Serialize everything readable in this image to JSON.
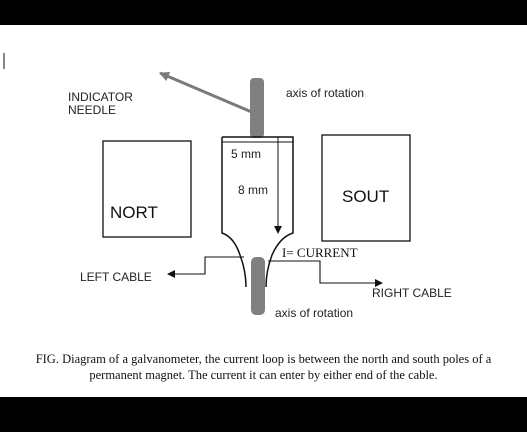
{
  "labels": {
    "indicator_needle_line1": "INDICATOR",
    "indicator_needle_line2": "NEEDLE",
    "axis_top": "axis of rotation",
    "axis_bottom": "axis of rotation",
    "dim_width": "5 mm",
    "dim_height": "8 mm",
    "north_pole": "NORT",
    "south_pole": "SOUT",
    "current": "I= CURRENT",
    "left_cable": "LEFT CABLE",
    "right_cable": "RIGHT CABLE"
  },
  "caption": {
    "line1": "FIG. Diagram of a galvanometer, the current loop is between the north and south poles of a",
    "line2": "permanent magnet. The current it can enter by either end of the cable."
  },
  "colors": {
    "axis_gray": "#808080",
    "needle_gray": "#7a7a7a",
    "line": "#111111"
  }
}
